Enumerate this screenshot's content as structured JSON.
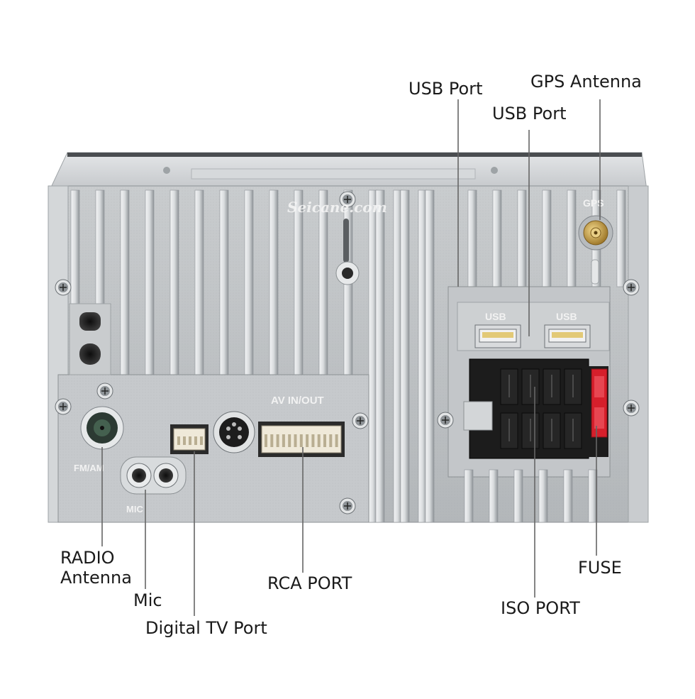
{
  "watermark": "Seicane.com",
  "panel_labels": {
    "gps": "GPS",
    "usb_left": "USB",
    "usb_right": "USB",
    "fm_am": "FM/AM",
    "mic": "MIC",
    "av_inout": "AV IN/OUT"
  },
  "callouts": {
    "usb_port_1": "USB  Port",
    "gps_antenna": "GPS Antenna",
    "usb_port_2": "USB  Port",
    "radio_antenna": "RADIO\nAntenna",
    "mic": "Mic",
    "digital_tv_port": "Digital TV Port",
    "rca_port": "RCA PORT",
    "iso_port": "ISO PORT",
    "fuse": "FUSE"
  },
  "colors": {
    "chassis": "#bfc3c6",
    "fin_light": "#eef0f1",
    "fin_dark": "#8d9296",
    "fuse_red": "#d61f2b",
    "gps_gold": "#c9a24a",
    "iso_black": "#1c1c1c",
    "leader_line": "#666666"
  },
  "icons": [
    "screw-icon",
    "usb-port-icon",
    "gps-connector-icon",
    "fuse-icon"
  ]
}
